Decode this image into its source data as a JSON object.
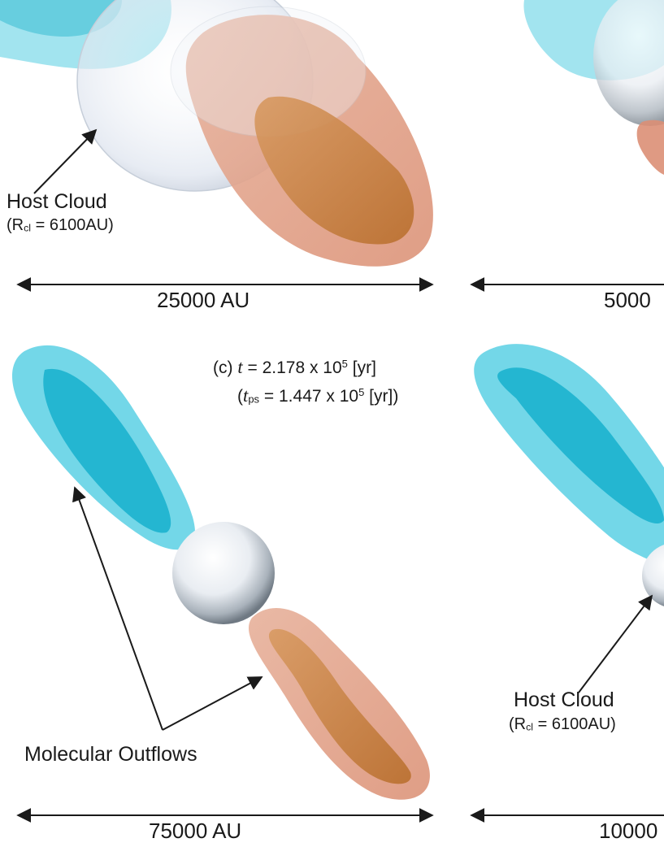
{
  "colors": {
    "outflow_blue": "#2ec4dc",
    "outflow_blue_core": "#15aecb",
    "outflow_red": "#e8a488",
    "outflow_red_core": "#c97a3c",
    "host_cloud": "#e6ebf3",
    "arrow": "#1a1a1a"
  },
  "panel_a": {
    "host_label": "Host Cloud",
    "host_radius": {
      "open": "(R",
      "sub": "cl",
      "rest": " = 6100AU)"
    },
    "scale": "25000 AU"
  },
  "panel_b": {
    "scale": "5000"
  },
  "panel_c": {
    "time_line1": {
      "prefix": "(c) ",
      "t": "t",
      "eq": " = 2.178 x 10",
      "exp": "5",
      "unit": " [yr]"
    },
    "time_line2": {
      "open": "(",
      "t": "t",
      "sub": "ps",
      "eq": " = 1.447 x 10",
      "exp": "5",
      "unit": " [yr])"
    },
    "outflow_label": "Molecular Outflows",
    "scale": "75000 AU"
  },
  "panel_d": {
    "host_label": "Host Cloud",
    "host_radius": {
      "open": "(R",
      "sub": "cl",
      "rest": " = 6100AU)"
    },
    "scale": "10000"
  }
}
